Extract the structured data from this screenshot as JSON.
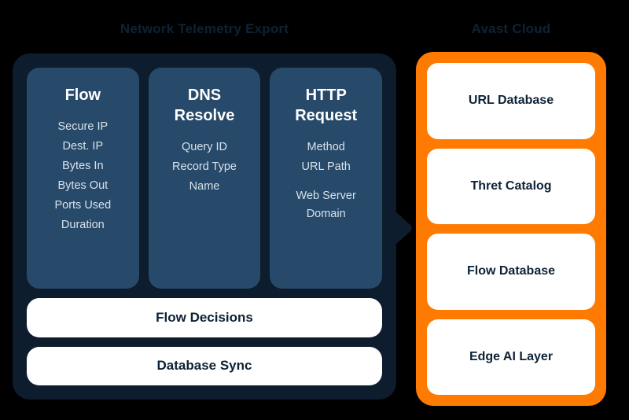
{
  "background_color": "#000000",
  "theme": {
    "panel_dark": "#0d1d2d",
    "card_slate": "#27496a",
    "accent_orange": "#ff7a00",
    "card_white": "#ffffff",
    "title_color": "#0e2235",
    "field_text": "#d7e2ea"
  },
  "left_section": {
    "title": "Network Telemetry Export",
    "field_cards": [
      {
        "title": "Flow",
        "fields": [
          {
            "label": "Secure IP",
            "spaced": false
          },
          {
            "label": "Dest. IP",
            "spaced": false
          },
          {
            "label": "Bytes In",
            "spaced": false
          },
          {
            "label": "Bytes Out",
            "spaced": false
          },
          {
            "label": "Ports Used",
            "spaced": false
          },
          {
            "label": "Duration",
            "spaced": false
          }
        ]
      },
      {
        "title": "DNS\nResolve",
        "fields": [
          {
            "label": "Query ID",
            "spaced": false
          },
          {
            "label": "Record Type",
            "spaced": false
          },
          {
            "label": "Name",
            "spaced": false
          }
        ]
      },
      {
        "title": "HTTP\nRequest",
        "fields": [
          {
            "label": "Method",
            "spaced": false
          },
          {
            "label": "URL Path",
            "spaced": false
          },
          {
            "label": "Web Server\nDomain",
            "spaced": true
          }
        ]
      }
    ],
    "action_rows": [
      {
        "label": "Flow Decisions"
      },
      {
        "label": "Database Sync"
      }
    ]
  },
  "connector": {
    "icon": "arrow-right-icon",
    "direction": "right",
    "color": "#0d1d2d"
  },
  "right_section": {
    "title": "Avast Cloud",
    "cloud_cards": [
      {
        "label": "URL Database"
      },
      {
        "label": "Thret Catalog"
      },
      {
        "label": "Flow Database"
      },
      {
        "label": "Edge AI Layer"
      }
    ]
  }
}
